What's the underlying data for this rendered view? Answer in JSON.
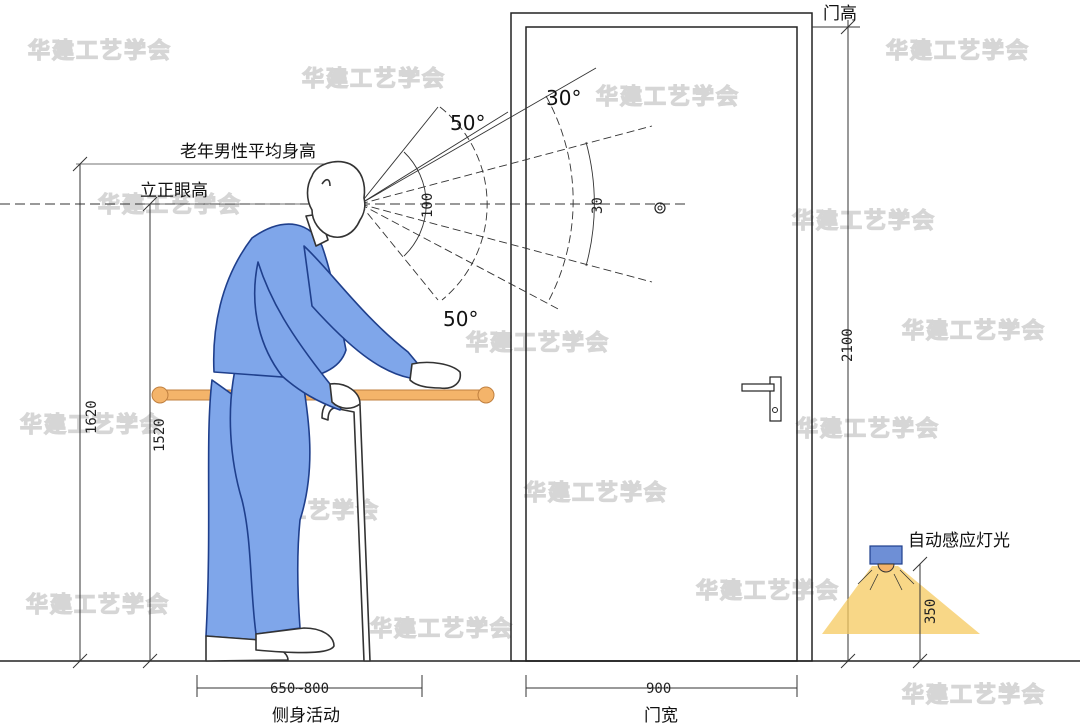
{
  "labels": {
    "elder_height": "老年男性平均身高",
    "eye_height": "立正眼高",
    "door_height": "门高",
    "sensor_light": "自动感应灯光",
    "side_activity": "侧身活动",
    "door_width": "门宽"
  },
  "angles": {
    "upper": "50°",
    "lower": "50°",
    "top_30": "30°",
    "inner_100": "100",
    "inner_30": "30"
  },
  "dimensions": {
    "height_1620": "1620",
    "height_1520": "1520",
    "height_2100": "2100",
    "height_350": "350",
    "side_width": "650~800",
    "door_width": "900"
  },
  "watermark": "华建工艺学会",
  "colors": {
    "figure": "#7fa6ea",
    "figure_outline": "#1f3f8c",
    "handrail": "#f4b46a",
    "light_glow": "#f6c95f",
    "lamp": "#6e8fd6"
  }
}
